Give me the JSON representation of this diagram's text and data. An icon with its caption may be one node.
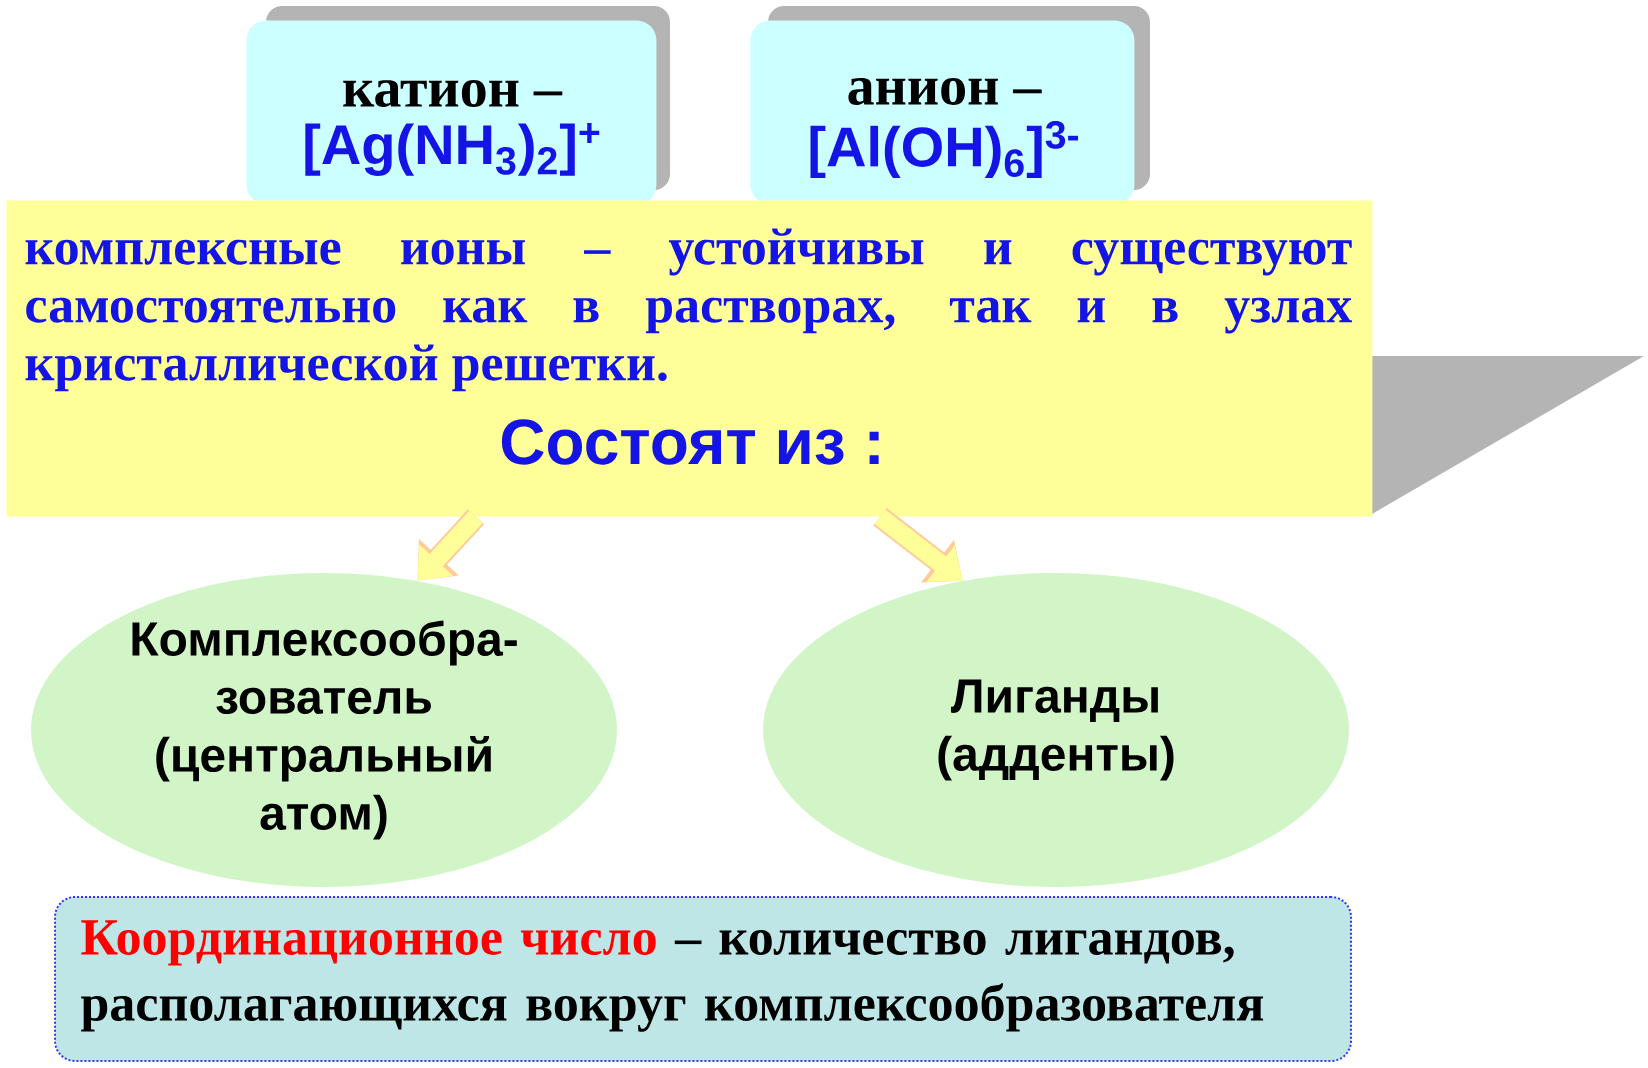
{
  "diagram": {
    "nodes": [
      {
        "text": [
          "катион –",
          "[Ag(NH$_{3}$)$_{2}$]$^{+}$"
        ]
      },
      {
        "text": [
          "анион –",
          "[Al(OH)$_{6}$]$^{3-}$"
        ]
      },
      {
        "text": [
          "комплексные ионы – устойчивы и существуют самостоятельно как в растворах, так и в узлах кристаллической решетки.",
          "Состоят из :"
        ]
      },
      {
        "text": [
          "Комплексообра- зователь (центральный атом)"
        ]
      },
      {
        "text": [
          "Лиганды (адденты)"
        ]
      },
      {
        "text": [
          "Координационное число",
          "– количество лигандов, располагающихся вокруг комплексообразователя"
        ]
      }
    ],
    "edges": [
      {
        "from": 2,
        "to": 3,
        "arrow": "to"
      },
      {
        "from": 2,
        "to": 4,
        "arrow": "to"
      }
    ]
  }
}
